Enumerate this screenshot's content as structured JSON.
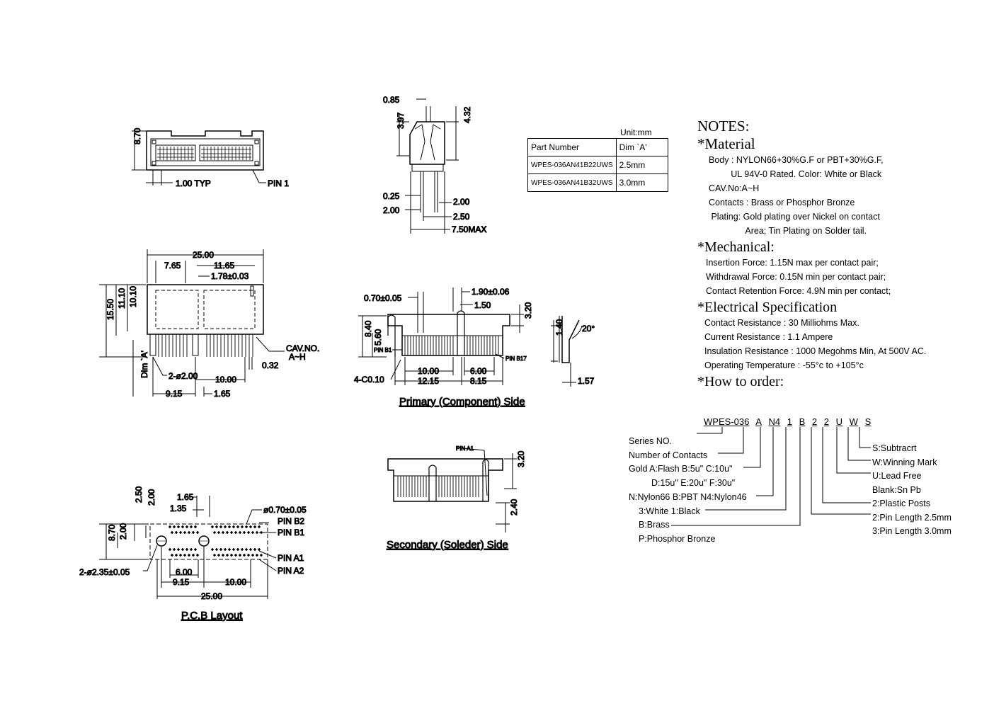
{
  "top_view": {
    "dim_height": "8.70",
    "dim_pitch": "1.00 TYP",
    "pin1": "PIN 1"
  },
  "side_view": {
    "d085": "0.85",
    "d397": "3.97",
    "d432": "4.32",
    "d025": "0.25",
    "d200a": "2.00",
    "d200b": "2.00",
    "d250": "2.50",
    "d750": "7.50MAX"
  },
  "part_table": {
    "unit": "Unit:mm",
    "header": [
      "Part Number",
      "Dim `A'"
    ],
    "rows": [
      [
        "WPES-036AN41B22UWS",
        "2.5mm"
      ],
      [
        "WPES-036AN41B32UWS",
        "3.0mm"
      ]
    ]
  },
  "front_view": {
    "d2500": "25.00",
    "d765": "7.65",
    "d1165": "11.65",
    "d178": "1.78±0.03",
    "d1550": "15.50",
    "d1110": "11.10",
    "d1010": "10.10",
    "dimA": "Dim `A'",
    "holes": "2-ø2.00",
    "cav": "CAV.NO.",
    "cav2": "A~H",
    "d032": "0.32",
    "d1000": "10.00",
    "d915": "9.15",
    "d165": "1.65"
  },
  "primary_view": {
    "d070": "0.70±0.05",
    "d190": "1.90±0.06",
    "d150": "1.50",
    "d320": "3.20",
    "d840": "8.40",
    "d560": "5.60",
    "pinb1": "PIN B1",
    "pinb17": "PIN B17",
    "chamfer": "4-C0.10",
    "d1000": "10.00",
    "d1215": "12.15",
    "d600": "6.00",
    "d815": "8.15",
    "caption": "Primary (Component) Side"
  },
  "detail_view": {
    "d140": "1.40",
    "d20": "20°",
    "d157": "1.57"
  },
  "secondary_view": {
    "pina1": "PIN A1",
    "d320": "3.20",
    "d240": "2.40",
    "caption": "Secondary (Soleder) Side"
  },
  "pcb_view": {
    "d165": "1.65",
    "d135": "1.35",
    "dhole": "ø0.70±0.05",
    "d250": "2.50",
    "d200a": "2.00",
    "d870": "8.70",
    "d200b": "2.00",
    "pinb2": "PIN B2",
    "pinb1": "PIN B1",
    "pina1": "PIN A1",
    "pina2": "PIN A2",
    "holes": "2-ø2.35±0.05",
    "d600": "6.00",
    "d915": "9.15",
    "d1000": "10.00",
    "d2500": "25.00",
    "caption": "P.C.B Layout"
  },
  "notes": {
    "title": "NOTES:",
    "material_h": "*Material",
    "material": [
      "Body : NYLON66+30%G.F or PBT+30%G.F,",
      "         UL 94V-0 Rated. Color: White or Black",
      "CAV.No:A~H",
      "Contacts : Brass or Phosphor Bronze",
      " Plating: Gold plating over Nickel on contact",
      "               Area; Tin Plating on Solder tail."
    ],
    "mech_h": "*Mechanical:",
    "mech": [
      "Insertion Force: 1.15N max per contact pair;",
      "Withdrawal Force: 0.15N min per contact pair;",
      "Contact Retention Force: 4.9N min per contact;"
    ],
    "elec_h": "*Electrical Specification",
    "elec": [
      "Contact Resistance : 30 Milliohms Max.",
      "Current Resistance : 1.1 Ampere",
      "Insulation Resistance : 1000 Megohms Min, At 500V AC.",
      "Operating Temperature : -55°c to +105°c"
    ],
    "order_h": "*How to order:"
  },
  "order": {
    "code": [
      "WPES-036",
      "A",
      "N4",
      "1",
      "B",
      "2",
      "2",
      "U",
      "W",
      "S"
    ],
    "left": [
      "Series NO.",
      "Number of Contacts",
      "Gold A:Flash B:5u\" C:10u\"",
      "D:15u\" E:20u\" F:30u\"",
      "N:Nylon66 B:PBT N4:Nylon46",
      "3:White 1:Black",
      "B:Brass",
      "P:Phosphor Bronze"
    ],
    "right": [
      "S:Subtracrt",
      "W:Winning Mark",
      "U:Lead Free",
      "Blank:Sn Pb",
      "2:Plastic Posts",
      "2:Pin Length 2.5mm",
      "3:Pin Length 3.0mm"
    ]
  }
}
